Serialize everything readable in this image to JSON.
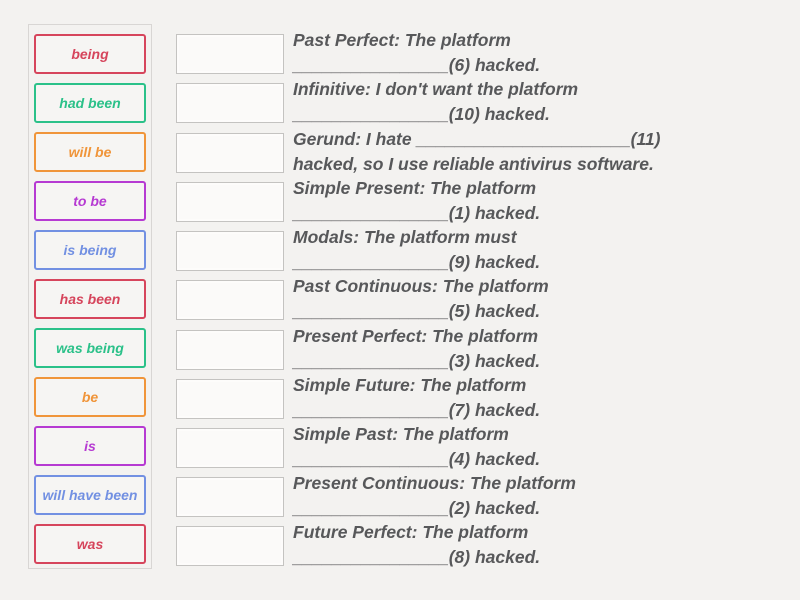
{
  "page": {
    "background": "#f3f2f0"
  },
  "colors": {
    "red": "#d6455c",
    "green": "#2bc189",
    "orange": "#f0953a",
    "purple": "#b63ad2",
    "blue": "#7290e2",
    "text_gray": "#57585a",
    "slot_border": "#c4c3c1",
    "panel_border": "#d8d6d4"
  },
  "tiles": [
    {
      "label": "being",
      "color": "red"
    },
    {
      "label": "had been",
      "color": "green"
    },
    {
      "label": "will be",
      "color": "orange"
    },
    {
      "label": "to be",
      "color": "purple"
    },
    {
      "label": "is being",
      "color": "blue"
    },
    {
      "label": "has been",
      "color": "red"
    },
    {
      "label": "was being",
      "color": "green"
    },
    {
      "label": "be",
      "color": "orange"
    },
    {
      "label": "is",
      "color": "purple"
    },
    {
      "label": "will have been",
      "color": "blue"
    },
    {
      "label": "was",
      "color": "red"
    }
  ],
  "questions": [
    {
      "line1": "Past Perfect: The platform",
      "line2": "________________(6) hacked."
    },
    {
      "line1": "Infinitive: I don't want the platform",
      "line2": "________________(10) hacked."
    },
    {
      "line1": "Gerund: I hate ______________________(11)",
      "line2": "hacked, so I use reliable antivirus software."
    },
    {
      "line1": "Simple Present: The platform",
      "line2": "________________(1) hacked."
    },
    {
      "line1": "Modals: The platform must",
      "line2": "________________(9) hacked."
    },
    {
      "line1": "Past Continuous: The platform",
      "line2": "________________(5) hacked."
    },
    {
      "line1": "Present Perfect: The platform",
      "line2": "________________(3) hacked."
    },
    {
      "line1": "Simple Future: The platform",
      "line2": "________________(7) hacked."
    },
    {
      "line1": "Simple Past: The platform",
      "line2": "________________(4) hacked."
    },
    {
      "line1": "Present Continuous: The platform",
      "line2": "________________(2) hacked."
    },
    {
      "line1": "Future Perfect: The platform",
      "line2": "________________(8) hacked."
    }
  ]
}
